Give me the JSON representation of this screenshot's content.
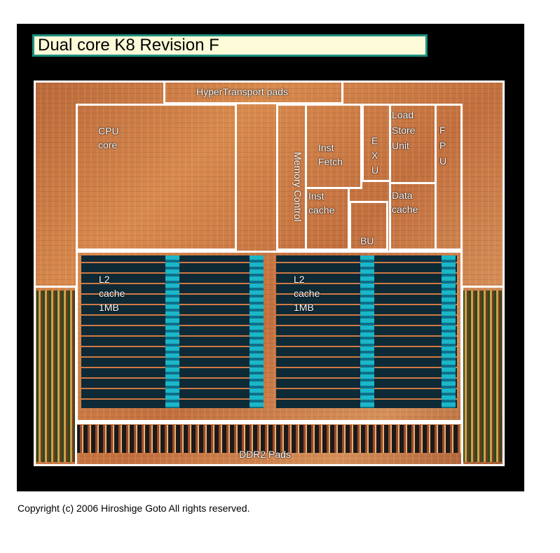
{
  "title": "Dual core K8 Revision F",
  "copyright": "Copyright (c) 2006 Hiroshige Goto All rights reserved.",
  "labels": {
    "hypertransport": "HyperTransport pads",
    "cpu_core": "CPU\ncore",
    "memory_control": "Memory\nControl",
    "inst_fetch": "Inst\nFetch",
    "exu": "E\nX\nU",
    "load_store": "Load\nStore\nUnit",
    "fpu": "F\nP\nU",
    "inst_cache": "Inst\ncache",
    "bu": "BU",
    "data_cache": "Data\ncache",
    "l2_left": "L2\ncache\n1MB",
    "l2_right": "L2\ncache\n1MB",
    "ddr2": "DDR2 Pads"
  }
}
